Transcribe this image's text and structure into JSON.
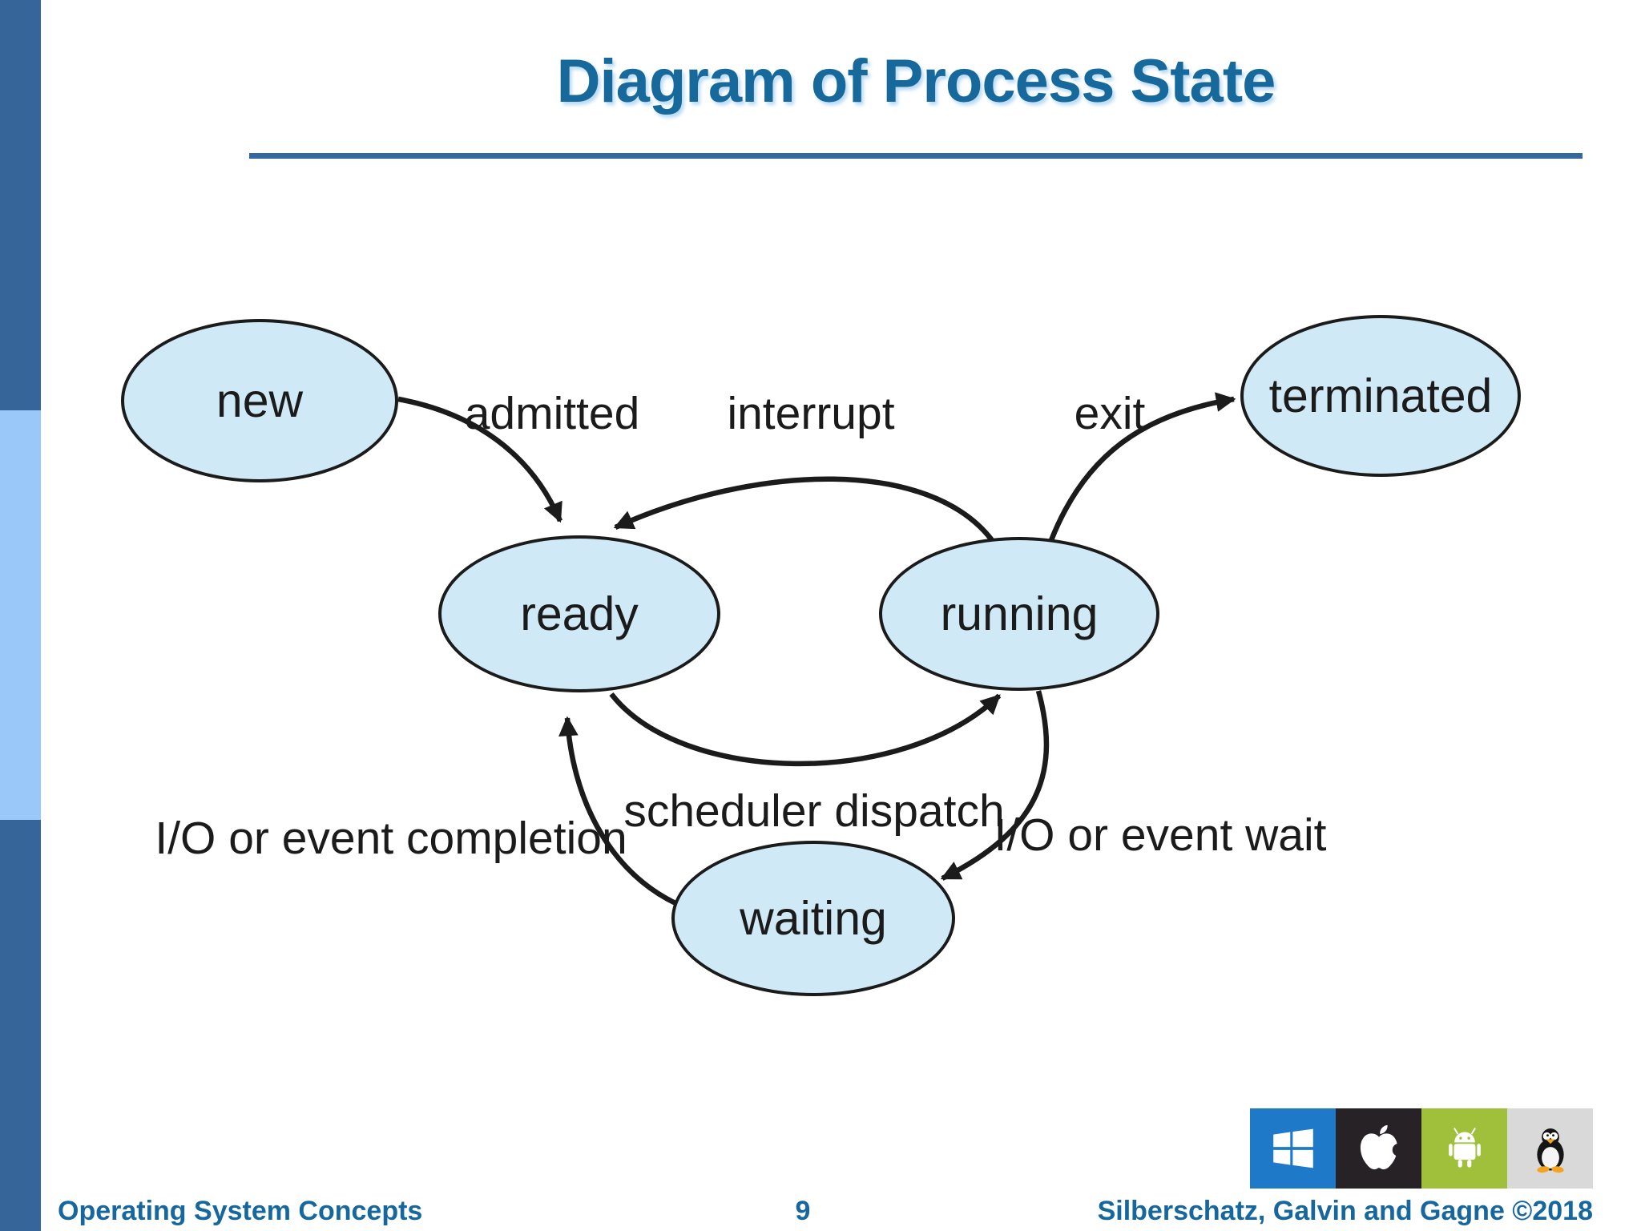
{
  "slide": {
    "title": "Diagram of Process State",
    "footer": {
      "left": "Operating System Concepts",
      "page_number": "9",
      "right": "Silberschatz, Galvin and Gagne ©2018"
    }
  },
  "diagram": {
    "type": "state-diagram",
    "states": [
      {
        "id": "new",
        "label": "new"
      },
      {
        "id": "ready",
        "label": "ready"
      },
      {
        "id": "running",
        "label": "running"
      },
      {
        "id": "waiting",
        "label": "waiting"
      },
      {
        "id": "terminated",
        "label": "terminated"
      }
    ],
    "transitions": [
      {
        "id": "admitted",
        "label": "admitted",
        "from": "new",
        "to": "ready"
      },
      {
        "id": "interrupt",
        "label": "interrupt",
        "from": "running",
        "to": "ready"
      },
      {
        "id": "exit",
        "label": "exit",
        "from": "running",
        "to": "terminated"
      },
      {
        "id": "scheduler_dispatch",
        "label": "scheduler dispatch",
        "from": "ready",
        "to": "running"
      },
      {
        "id": "io_wait",
        "label": "I/O or event wait",
        "from": "running",
        "to": "waiting"
      },
      {
        "id": "io_completion",
        "label": "I/O or event completion",
        "from": "waiting",
        "to": "ready"
      }
    ]
  },
  "platform_icons": [
    {
      "name": "windows-icon"
    },
    {
      "name": "apple-icon"
    },
    {
      "name": "android-icon"
    },
    {
      "name": "tux-linux-icon"
    }
  ],
  "colors": {
    "title_text": "#17699c",
    "title_rule": "#33699e",
    "footer_text": "#15679e",
    "sidebar_dark": "#36659a",
    "sidebar_light": "#9ac8f8",
    "state_fill": "#cfe9f6",
    "state_border": "#1b1b1b",
    "windows_tile": "#1e7ac8",
    "apple_tile": "#262226",
    "android_tile": "#a0c03c",
    "tux_tile": "#d9d9d9"
  }
}
